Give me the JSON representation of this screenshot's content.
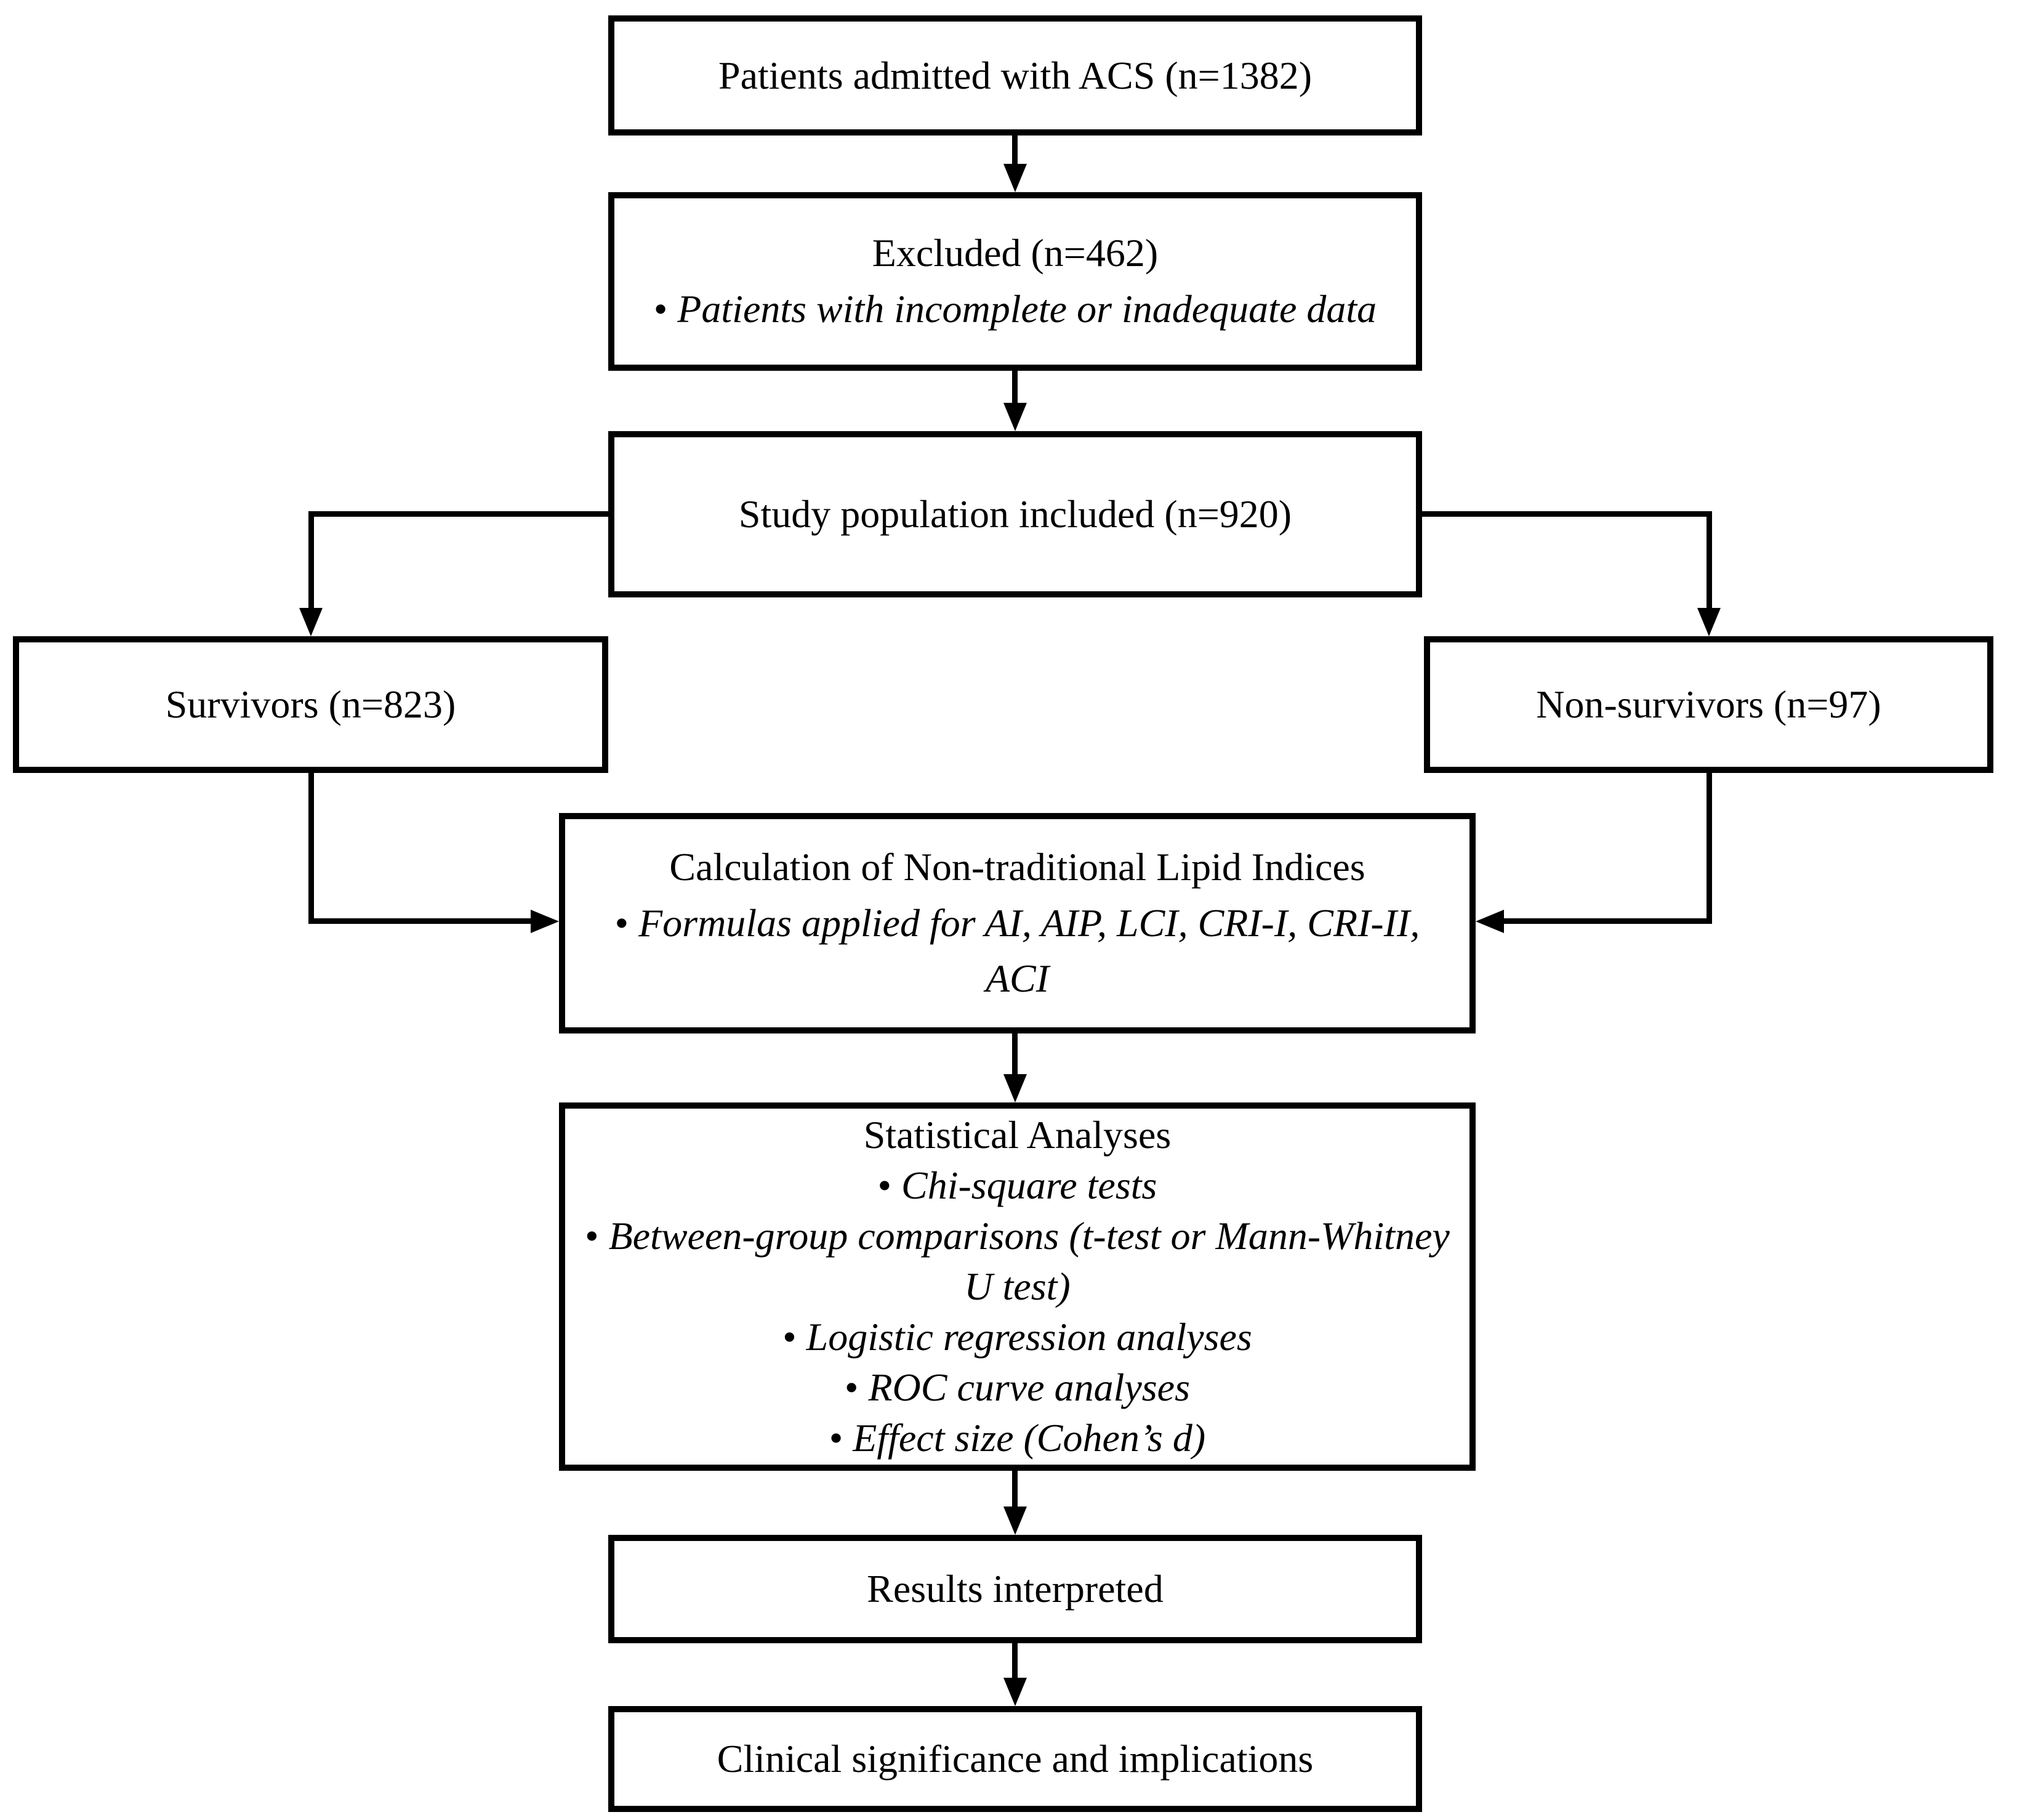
{
  "figure": {
    "background": "#ffffff",
    "line_color": "#000000",
    "text_color": "#000000",
    "bullet_glyph": "•"
  },
  "boxes": {
    "admitted": {
      "title": "Patients admitted with ACS (n=1382)"
    },
    "excluded": {
      "title": "Excluded (n=462)",
      "bullets": [
        "Patients with incomplete or inadequate data"
      ]
    },
    "study_population": {
      "title": "Study population included (n=920)"
    },
    "survivors": {
      "title": "Survivors (n=823)"
    },
    "non_survivors": {
      "title": "Non-survivors (n=97)"
    },
    "lipid_indices": {
      "title": "Calculation of Non-traditional Lipid Indices",
      "bullets": [
        "Formulas applied for AI, AIP, LCI, CRI-I, CRI-II, ACI"
      ]
    },
    "statistical_analyses": {
      "title": "Statistical Analyses",
      "bullets": [
        "Chi-square tests",
        "Between-group comparisons (t-test or Mann-Whitney U test)",
        "Logistic regression analyses",
        "ROC curve analyses",
        "Effect size (Cohen’s d)"
      ]
    },
    "results": {
      "title": "Results interpreted"
    },
    "clinical": {
      "title": "Clinical significance and implications"
    }
  }
}
